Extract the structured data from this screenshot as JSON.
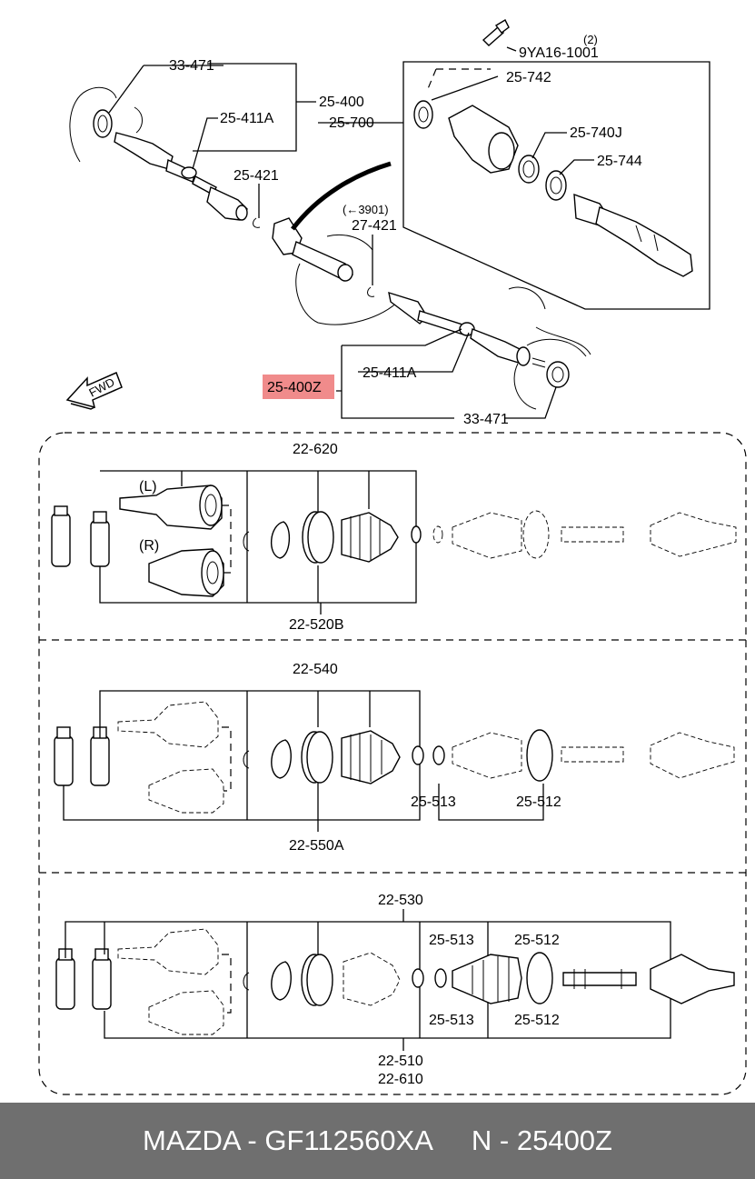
{
  "diagram": {
    "callouts": {
      "bolt": "9YA16-1001",
      "bolt_qty": "(2)",
      "seal_left_top": "33-471",
      "shaft_assy_left": "25-400",
      "shaft_assy_right": "25-700",
      "boot_band_left": "25-411A",
      "clip_left": "25-421",
      "serial_note": "(←3901)",
      "clip_center": "27-421",
      "seal_right_top": "25-742",
      "bearing": "25-740J",
      "seal_ring": "25-744",
      "highlighted_part": "25-400Z",
      "boot_band_right": "25-411A",
      "seal_right_bottom": "33-471",
      "direction_marker": "FWD"
    },
    "section_1": {
      "top_label": "22-620",
      "bottom_label": "22-520B",
      "variant_left": "(L)",
      "variant_right": "(R)"
    },
    "section_2": {
      "top_label": "22-540",
      "bottom_label": "22-550A",
      "label_band_small": "25-513",
      "label_band_large": "25-512"
    },
    "section_3": {
      "top_label": "22-530",
      "label_band_small_top": "25-513",
      "label_band_large_top": "25-512",
      "label_band_small_bottom": "25-513",
      "label_band_large_bottom": "25-512",
      "bottom_label_1": "22-510",
      "bottom_label_2": "22-610"
    }
  },
  "footer": {
    "part_info": "MAZDA - GF112560XA",
    "ref_info": "N - 25400Z"
  },
  "colors": {
    "highlight": "#f08b8b",
    "footer_background": "#6f6f6f",
    "footer_text": "#ffffff"
  }
}
